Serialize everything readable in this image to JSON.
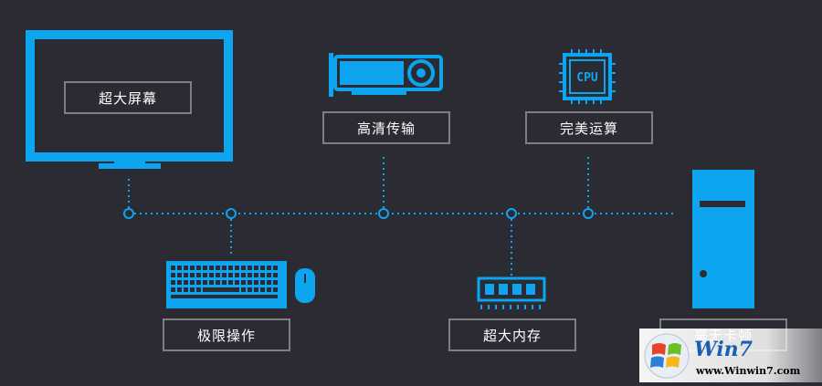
{
  "colors": {
    "background": "#2a2b33",
    "accent": "#0ea5f0",
    "box_border": "#7d7f85",
    "text": "#ffffff"
  },
  "nodes": {
    "screen": {
      "label": "超大屏幕",
      "icon": "monitor-icon"
    },
    "gpu": {
      "label": "高清传输",
      "icon": "graphics-card-icon"
    },
    "cpu": {
      "label": "完美运算",
      "icon": "cpu-chip-icon",
      "chip_text": "CPU"
    },
    "input": {
      "label": "极限操作",
      "icon": "keyboard-icon",
      "icon2": "mouse-icon"
    },
    "memory": {
      "label": "超大内存",
      "icon": "ram-module-icon"
    },
    "tower": {
      "label": "毫无卡顿",
      "icon": "pc-tower-icon"
    }
  },
  "watermark": {
    "logo": "Win7",
    "url": "www.Winwin7.com"
  }
}
